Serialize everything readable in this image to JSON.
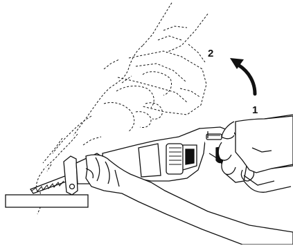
{
  "figure": {
    "step_labels": [
      {
        "id": "step-1-label",
        "text": "1"
      },
      {
        "id": "step-2-label",
        "text": "2"
      }
    ],
    "colors": {
      "ink": "#111111",
      "background": "#ffffff"
    },
    "icons": [
      "reciprocating-saw-icon",
      "hand-icon",
      "rotation-arrow-icon",
      "workpiece-icon"
    ]
  }
}
